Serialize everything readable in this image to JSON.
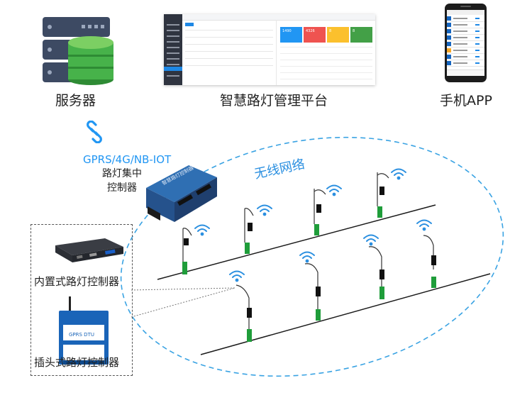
{
  "labels": {
    "server": "服务器",
    "platform": "智慧路灯管理平台",
    "mobile_app": "手机APP",
    "network_types": "GPRS/4G/NB-IOT",
    "concentrator_line1": "路灯集中",
    "concentrator_line2": "控制器",
    "wireless_network": "无线网络",
    "builtin_controller": "内置式路灯控制器",
    "plugin_controller": "插头式路灯控制器"
  },
  "device_text": {
    "concentrator_front": "智慧路灯控制器",
    "plugin_device_name": "GPRS DTU",
    "dashboard_card_1": "1490",
    "dashboard_card_2": "4326",
    "dashboard_card_3": "8",
    "dashboard_card_4": "8"
  },
  "colors": {
    "accent_blue": "#2196f3",
    "network_dashed": "#3aa3e3",
    "lamp_green": "#1f9d3a",
    "server_green": "#47b24a",
    "server_dark": "#3d4a63",
    "card_blue": "#2196f3",
    "card_red": "#ef5350",
    "card_yellow": "#fbc02d",
    "card_green": "#43a047"
  },
  "icons": {
    "server": "server-database-icon",
    "link": "chain-link-icon",
    "wifi": "wifi-signal-icon",
    "lamp": "street-lamp-icon"
  }
}
